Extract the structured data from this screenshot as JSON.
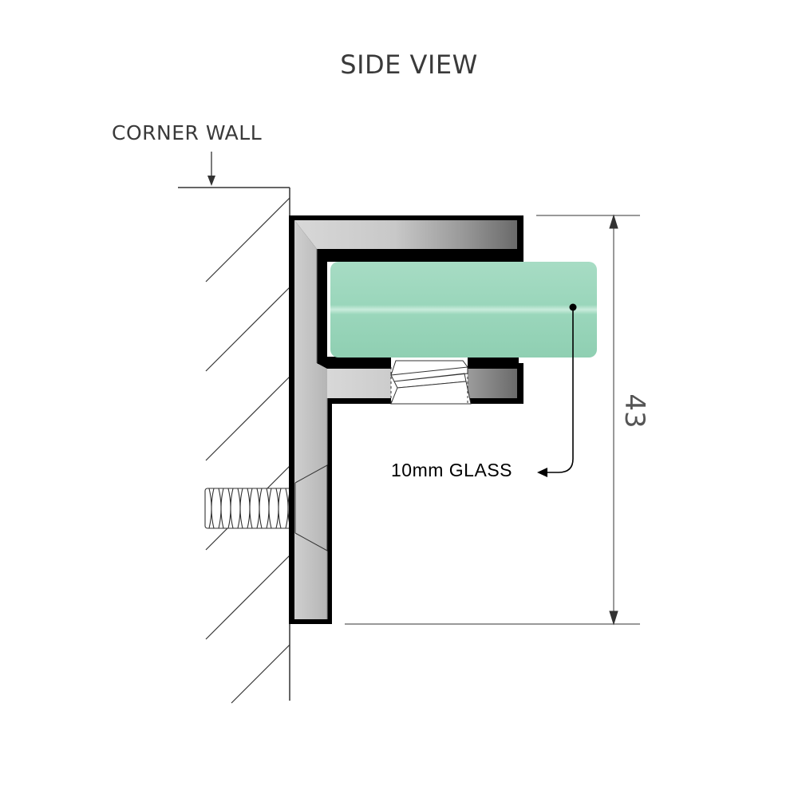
{
  "title": "SIDE VIEW",
  "labels": {
    "corner_wall": "CORNER WALL",
    "glass": "10mm GLASS",
    "dimension": "43"
  },
  "colors": {
    "glass_fill": "#9fd8bf",
    "profile_dark": "#000000",
    "line": "#333333",
    "text": "#3a3a3a"
  }
}
